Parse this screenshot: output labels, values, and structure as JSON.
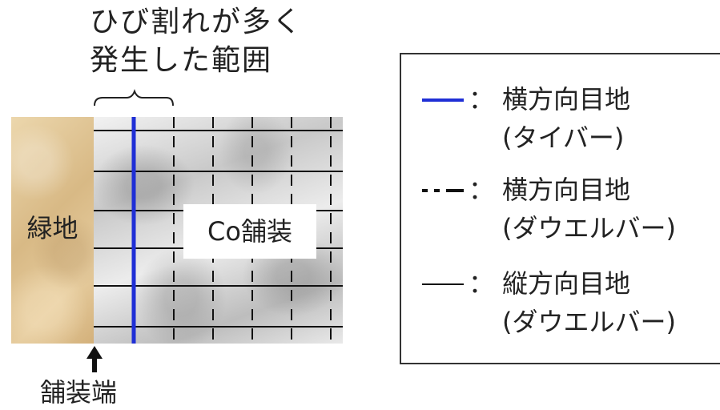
{
  "crack_area_label": [
    "ひび割れが多く",
    "発生した範囲"
  ],
  "green_area_label": "緑地",
  "pavement_label": "Co舗装",
  "pavement_edge_label": "舗装端",
  "legend": {
    "items": [
      {
        "line_style": "solid",
        "color": "#1f2fd6",
        "name": "横方向目地",
        "detail": "(タイバー)"
      },
      {
        "line_style": "dashed",
        "color": "#111111",
        "name": "横方向目地",
        "detail": "(ダウエルバー)"
      },
      {
        "line_style": "solid",
        "color": "#111111",
        "name": "縦方向目地",
        "detail": "(ダウエルバー)"
      }
    ],
    "separator": "："
  },
  "colors": {
    "tie_bar_joint": "#1f2fd6",
    "joint_line": "#111111"
  }
}
